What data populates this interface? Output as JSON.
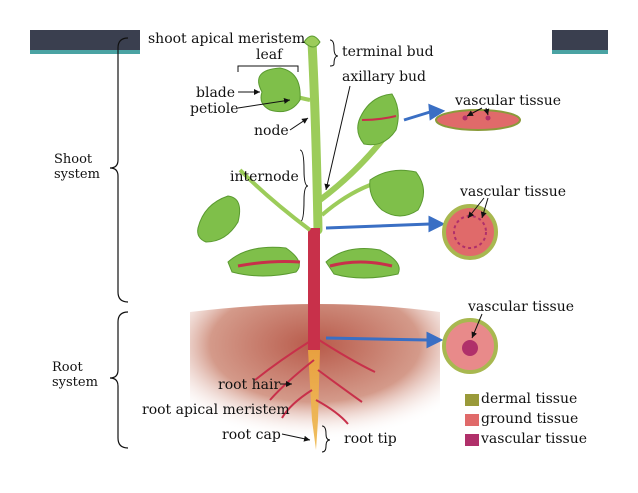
{
  "labels": {
    "shoot_apical_meristem": "shoot apical meristem",
    "leaf": "leaf",
    "terminal_bud": "terminal bud",
    "axillary_bud": "axillary bud",
    "blade": "blade",
    "petiole": "petiole",
    "node": "node",
    "internode": "internode",
    "shoot_system": "Shoot system",
    "root_system": "Root system",
    "vascular_tissue_leaf": "vascular tissue",
    "vascular_tissue_stem": "vascular tissue",
    "vascular_tissue_root": "vascular tissue",
    "root_hair": "root hair",
    "root_apical_meristem": "root apical meristem",
    "root_cap": "root cap",
    "root_tip": "root tip"
  },
  "legend": [
    {
      "label": "dermal tissue",
      "color": "#9a9a3a"
    },
    {
      "label": "ground tissue",
      "color": "#e06a6a"
    },
    {
      "label": "vascular tissue",
      "color": "#b0306a"
    }
  ],
  "colors": {
    "leaf_green": "#7fbf4a",
    "stem_green": "#9ccc5a",
    "stem_red": "#c8304a",
    "soil": "#c97a6a",
    "arrow_blue": "#3a6fc4",
    "header_dark": "#3a3f4f",
    "header_teal": "#4aa3a3"
  }
}
